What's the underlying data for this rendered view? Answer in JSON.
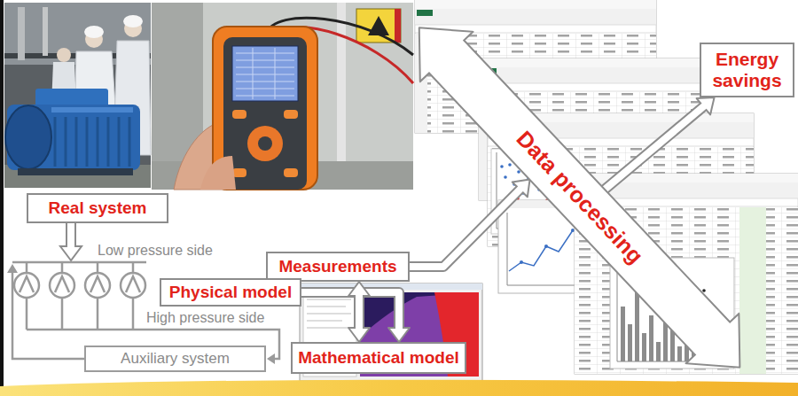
{
  "diagram": {
    "nodes": [
      {
        "text": [
          "Real system"
        ]
      },
      {
        "text": [
          "Measurements"
        ]
      },
      {
        "text": [
          "Data processing"
        ]
      },
      {
        "text": [
          "Energy savings"
        ]
      },
      {
        "text": [
          "Physical model"
        ]
      },
      {
        "text": [
          "Mathematical model"
        ]
      },
      {
        "text": [
          "Auxiliary system"
        ]
      }
    ],
    "edges": [
      {
        "from": 1,
        "to": 2,
        "arrow": "to"
      },
      {
        "from": 2,
        "to": 3,
        "arrow": "to"
      },
      {
        "from": 4,
        "to": 5,
        "arrow": "to"
      },
      {
        "from": 1,
        "to": 5,
        "arrow": "both"
      }
    ],
    "labels": [
      "Low pressure side",
      "High pressure side"
    ]
  }
}
